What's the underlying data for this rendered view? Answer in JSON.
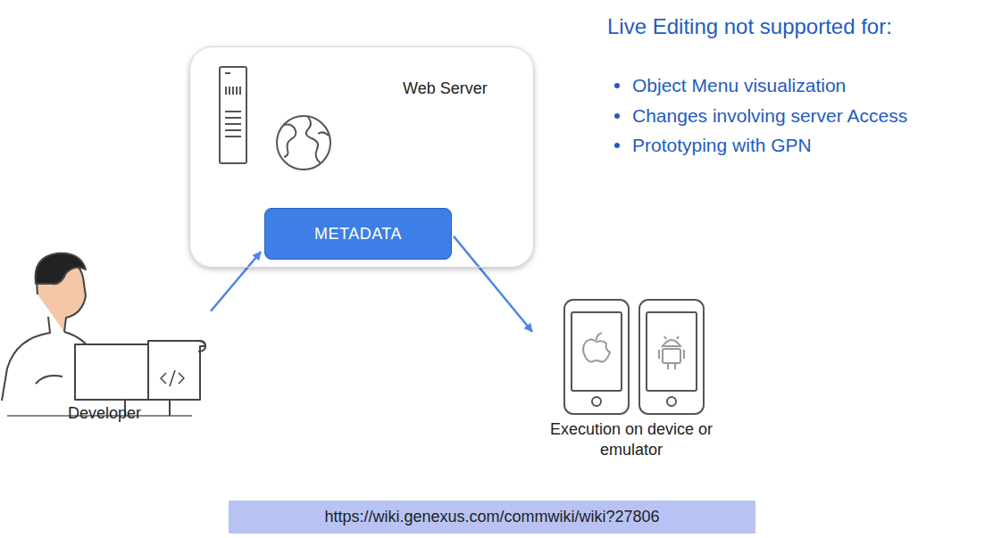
{
  "diagram": {
    "title": "Live Editing not supported for:",
    "nodes": [
      {
        "text": [
          "Web Server"
        ]
      },
      {
        "text": [
          "METADATA"
        ],
        "in": 0
      },
      {
        "text": [
          "Developer"
        ]
      },
      {
        "text": [
          "Execution on device or emulator"
        ]
      },
      {
        "text": [
          "https://wiki.genexus.com/commwiki/wiki?27806"
        ]
      }
    ],
    "edges": [
      {
        "from": 2,
        "to": 1,
        "arrow": "to"
      },
      {
        "from": 1,
        "to": 3,
        "arrow": "to"
      }
    ],
    "labels": [
      "Object Menu visualization",
      "Changes involving server Access",
      "Prototyping with GPN"
    ]
  }
}
